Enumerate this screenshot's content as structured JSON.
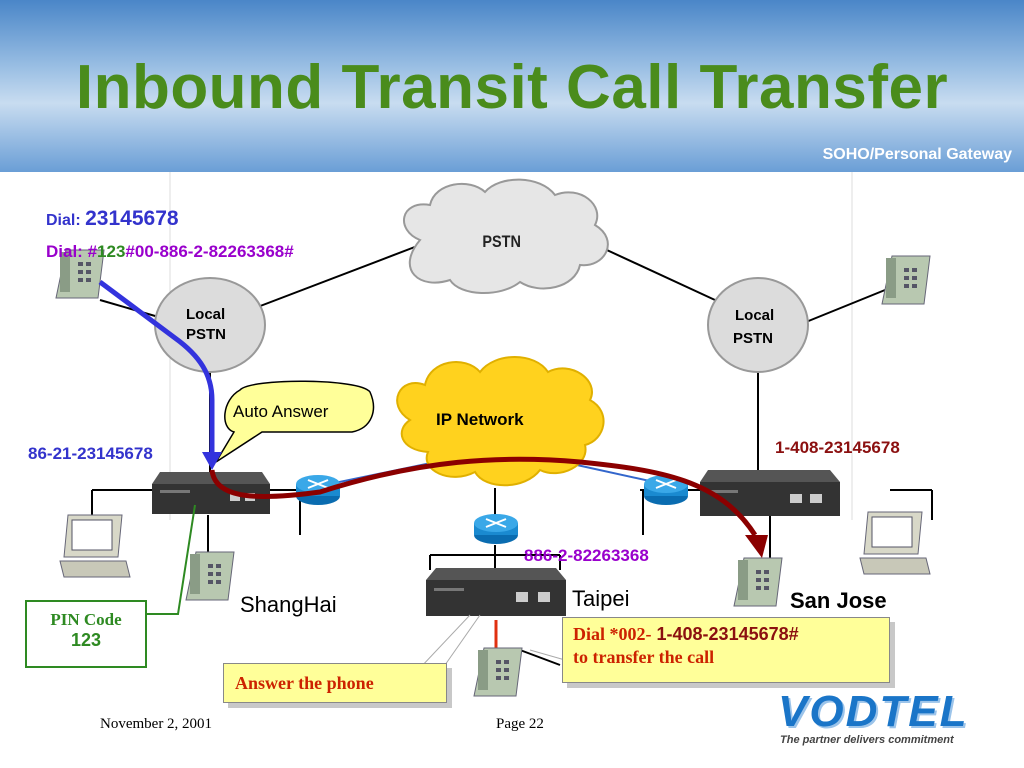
{
  "slide": {
    "title": "Inbound Transit Call Transfer",
    "subtitle": "SOHO/Personal Gateway"
  },
  "dial": {
    "label1": "Dial:",
    "number1": "23145678",
    "label2": "Dial:",
    "hash": "#",
    "code": "123",
    "rest": "#00-886-2-82263368#"
  },
  "clouds": {
    "pstn": "PSTN",
    "local_left_line1": "Local",
    "local_left_line2": "PSTN",
    "local_right_line1": "Local",
    "local_right_line2": "PSTN",
    "ip_network": "IP Network"
  },
  "callout": {
    "auto_answer": "Auto Answer"
  },
  "numbers": {
    "shanghai": "86-21-23145678",
    "sanjose": "1-408-23145678",
    "taipei": "886-2-82263368"
  },
  "locations": {
    "shanghai": "ShangHai",
    "taipei": "Taipei",
    "sanjose": "San Jose"
  },
  "pin": {
    "label": "PIN Code",
    "value": "123"
  },
  "answer_box": {
    "text": "Answer the phone"
  },
  "transfer_box": {
    "prefix": "Dial *",
    "code": "002-",
    "number": " 1-408-23145678#",
    "line2": "to transfer the call"
  },
  "footer": {
    "date": "November 2, 2001",
    "page": "Page 22"
  },
  "logo": {
    "name": "VODTEL",
    "tagline": "The partner delivers commitment"
  },
  "colors": {
    "title_green": "#4a8c1c",
    "blue_text": "#3333cc",
    "purple_text": "#9900cc",
    "dark_red": "#8b1010",
    "path_blue": "#3333dd",
    "path_red": "#8b0000",
    "cloud_yellow": "#ffd21e",
    "callout_yellow": "#ffff99"
  }
}
